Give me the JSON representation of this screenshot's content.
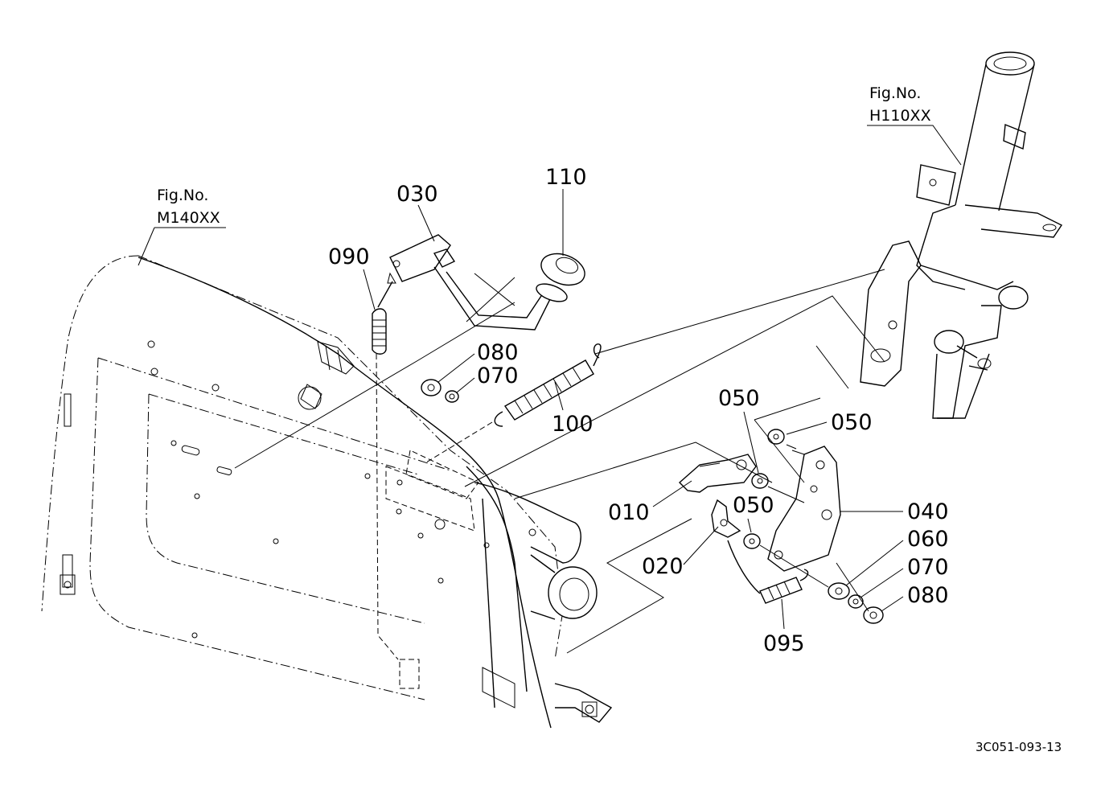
{
  "diagram": {
    "drawing_code": "3C051-093-13",
    "figure_refs": [
      {
        "prefix": "Fig.No.",
        "code": "M140XX"
      },
      {
        "prefix": "Fig.No.",
        "code": "H110XX"
      }
    ],
    "parts": {
      "p010": "010",
      "p020": "020",
      "p030": "030",
      "p040": "040",
      "p050a": "050",
      "p050b": "050",
      "p050c": "050",
      "p060": "060",
      "p070a": "070",
      "p070b": "070",
      "p080a": "080",
      "p080b": "080",
      "p090": "090",
      "p095": "095",
      "p100": "100",
      "p110": "110"
    }
  }
}
